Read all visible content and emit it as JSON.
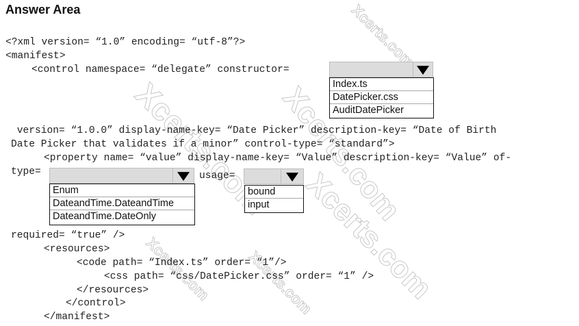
{
  "header": {
    "title": "Answer Area"
  },
  "code": {
    "line1": "<?xml version= “1.0” encoding= “utf-8”?>",
    "line2": "<manifest>",
    "line3": "<control namespace= “delegate” constructor=",
    "line4": " version= “1.0.0” display-name-key= “Date Picker” description-key= “Date of Birth",
    "line5": "Date Picker that validates if a minor” control-type= “standard”>",
    "line6": "<property name= “value” display-name-key= “Value” description-key= “Value” of-",
    "line7_type": "type=",
    "line7_usage": "usage=",
    "line8": "required= “true” />",
    "line9": "<resources>",
    "line10": "<code path= “Index.ts” order= “1”/>",
    "line11": "<css path= “css/DatePicker.css” order= “1” />",
    "line12": "</resources>",
    "line13": "</control>",
    "line14": "</manifest>"
  },
  "dropdowns": {
    "constructor": {
      "selected": "",
      "options": [
        "Index.ts",
        "DatePicker.css",
        "AuditDatePicker"
      ]
    },
    "of_type": {
      "selected": "",
      "options": [
        "Enum",
        "DateandTime.DateandTime",
        "DateandTime.DateOnly"
      ]
    },
    "usage": {
      "selected": "",
      "options": [
        "bound",
        "input"
      ]
    }
  },
  "icons": {
    "dropdown_arrow": "triangle-down-icon"
  },
  "watermark": {
    "text": "Xcerts.com"
  }
}
